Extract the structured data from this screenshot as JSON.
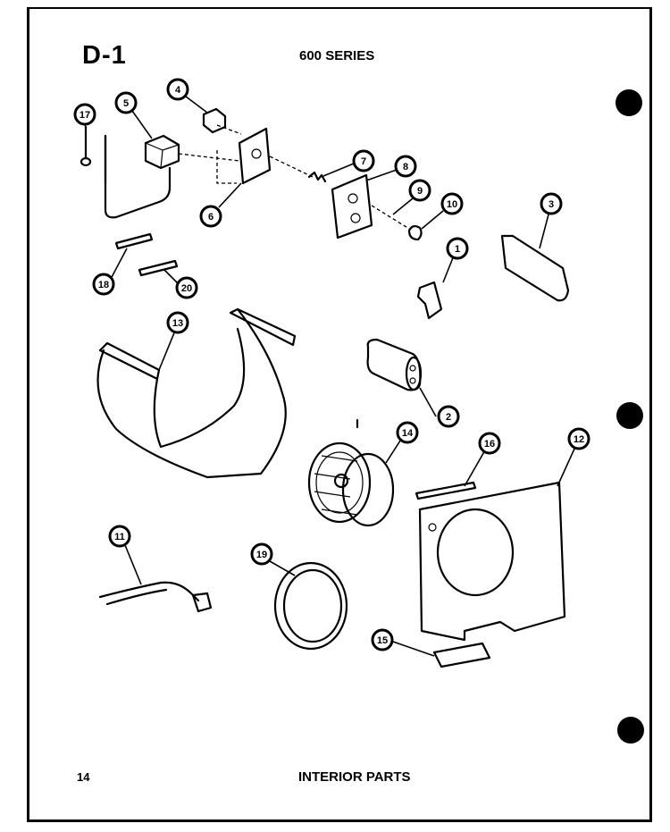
{
  "header": {
    "diagram_code": "D-1",
    "series": "600 SERIES"
  },
  "footer": {
    "page_number": "14",
    "section_title": "INTERIOR PARTS"
  },
  "callouts": [
    "1",
    "2",
    "3",
    "4",
    "5",
    "6",
    "7",
    "8",
    "9",
    "10",
    "11",
    "12",
    "13",
    "14",
    "15",
    "16",
    "17",
    "18",
    "19",
    "20"
  ]
}
